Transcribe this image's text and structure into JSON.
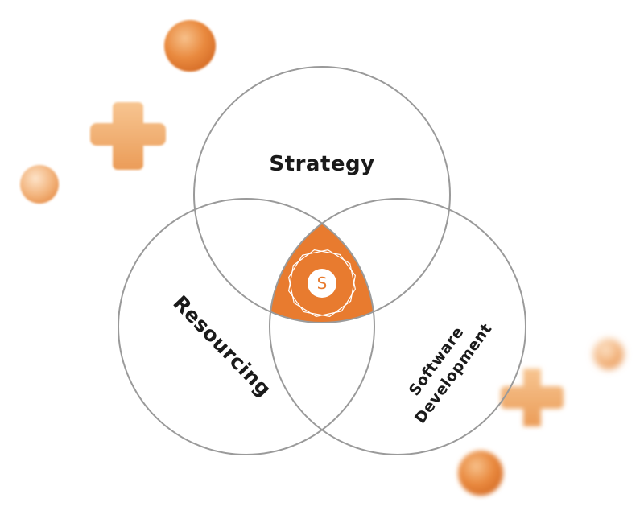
{
  "diagram": {
    "type": "venn",
    "sets": [
      {
        "id": "strategy",
        "label": "Strategy"
      },
      {
        "id": "resourcing",
        "label": "Resourcing"
      },
      {
        "id": "software",
        "label_lines": [
          "Software",
          "Development"
        ]
      }
    ],
    "center": {
      "icon": "s-emblem-icon",
      "letter": "S"
    }
  },
  "colors": {
    "accent": "#e87b2f",
    "circle_stroke": "#9a9a9a",
    "text": "#1a1a1a",
    "decor": "#f0a062"
  },
  "decorations": [
    {
      "icon": "sphere-icon"
    },
    {
      "icon": "plus-icon"
    },
    {
      "icon": "sphere-icon"
    },
    {
      "icon": "sphere-icon"
    },
    {
      "icon": "plus-icon"
    },
    {
      "icon": "sphere-icon"
    }
  ]
}
